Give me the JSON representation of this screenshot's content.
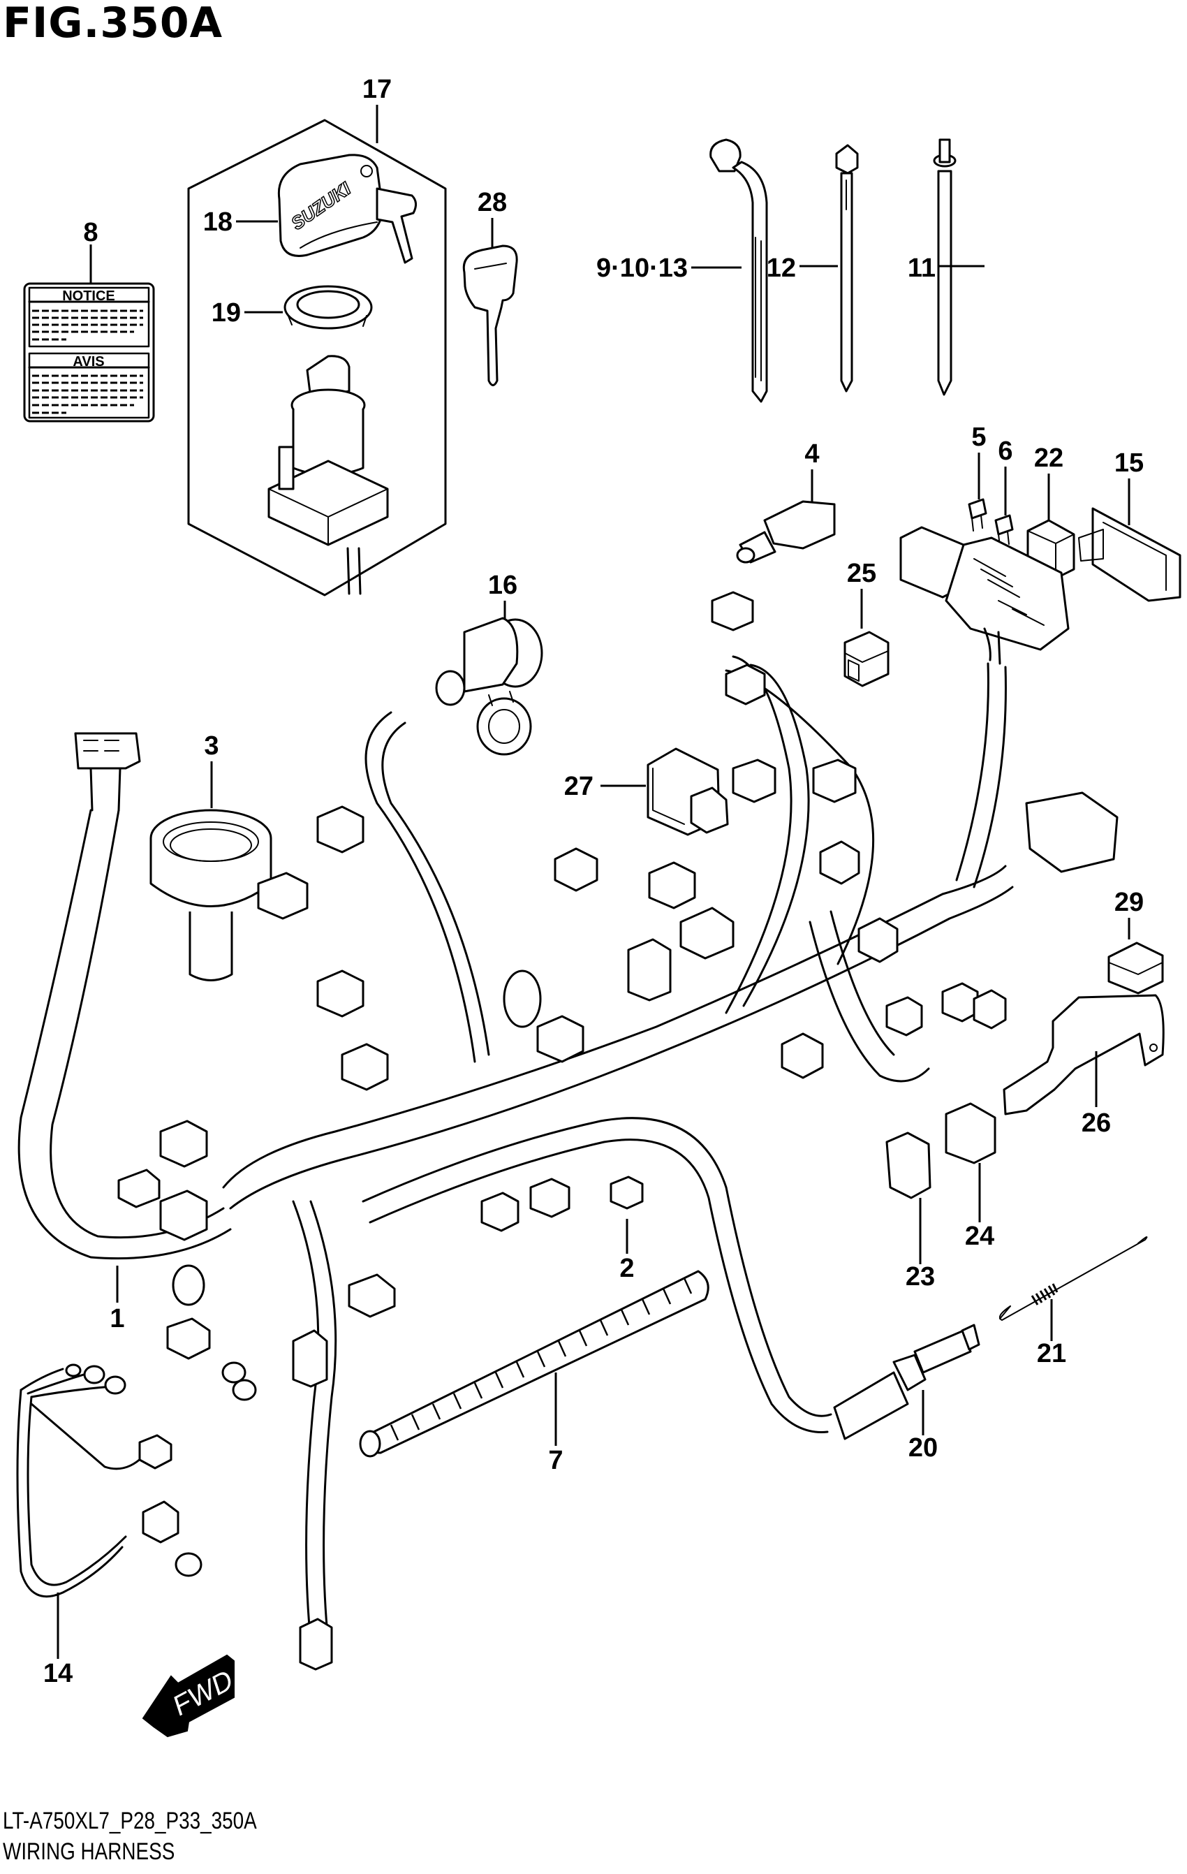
{
  "figure": {
    "title": "FIG.350A",
    "model_code": "LT-A750XL7_P28_P33_350A",
    "section_name": "WIRING HARNESS"
  },
  "sticker": {
    "notice_heading": "NOTICE",
    "avis_heading": "AVIS"
  },
  "brand_text": "SUZUKI",
  "direction_arrow": {
    "label": "FWD"
  },
  "callouts": [
    {
      "id": "c1",
      "label": "1",
      "part": "wiring-harness"
    },
    {
      "id": "c2",
      "label": "2",
      "part": "small-connector-cap"
    },
    {
      "id": "c3",
      "label": "3",
      "part": "grommet-boot"
    },
    {
      "id": "c4",
      "label": "4",
      "part": "terminal-cover"
    },
    {
      "id": "c5",
      "label": "5",
      "part": "fuse"
    },
    {
      "id": "c6",
      "label": "6",
      "part": "fuse"
    },
    {
      "id": "c7",
      "label": "7",
      "part": "corrugated-tube"
    },
    {
      "id": "c8",
      "label": "8",
      "part": "notice-label"
    },
    {
      "id": "c9",
      "label": "9·10·13",
      "part": "cable-tie-bent"
    },
    {
      "id": "c11",
      "label": "11",
      "part": "clip-tie"
    },
    {
      "id": "c12",
      "label": "12",
      "part": "cable-tie"
    },
    {
      "id": "c14",
      "label": "14",
      "part": "sub-harness"
    },
    {
      "id": "c15",
      "label": "15",
      "part": "bracket"
    },
    {
      "id": "c16",
      "label": "16",
      "part": "accessory-socket"
    },
    {
      "id": "c17",
      "label": "17",
      "part": "ignition-switch-assy"
    },
    {
      "id": "c18",
      "label": "18",
      "part": "key-cap"
    },
    {
      "id": "c19",
      "label": "19",
      "part": "lock-nut"
    },
    {
      "id": "c20",
      "label": "20",
      "part": "sensor"
    },
    {
      "id": "c21",
      "label": "21",
      "part": "spring-hook"
    },
    {
      "id": "c22",
      "label": "22",
      "part": "relay"
    },
    {
      "id": "c23",
      "label": "23",
      "part": "connector"
    },
    {
      "id": "c24",
      "label": "24",
      "part": "connector"
    },
    {
      "id": "c25",
      "label": "25",
      "part": "connector"
    },
    {
      "id": "c26",
      "label": "26",
      "part": "plate"
    },
    {
      "id": "c27",
      "label": "27",
      "part": "relay-module"
    },
    {
      "id": "c28",
      "label": "28",
      "part": "key"
    },
    {
      "id": "c29",
      "label": "29",
      "part": "connector"
    }
  ]
}
